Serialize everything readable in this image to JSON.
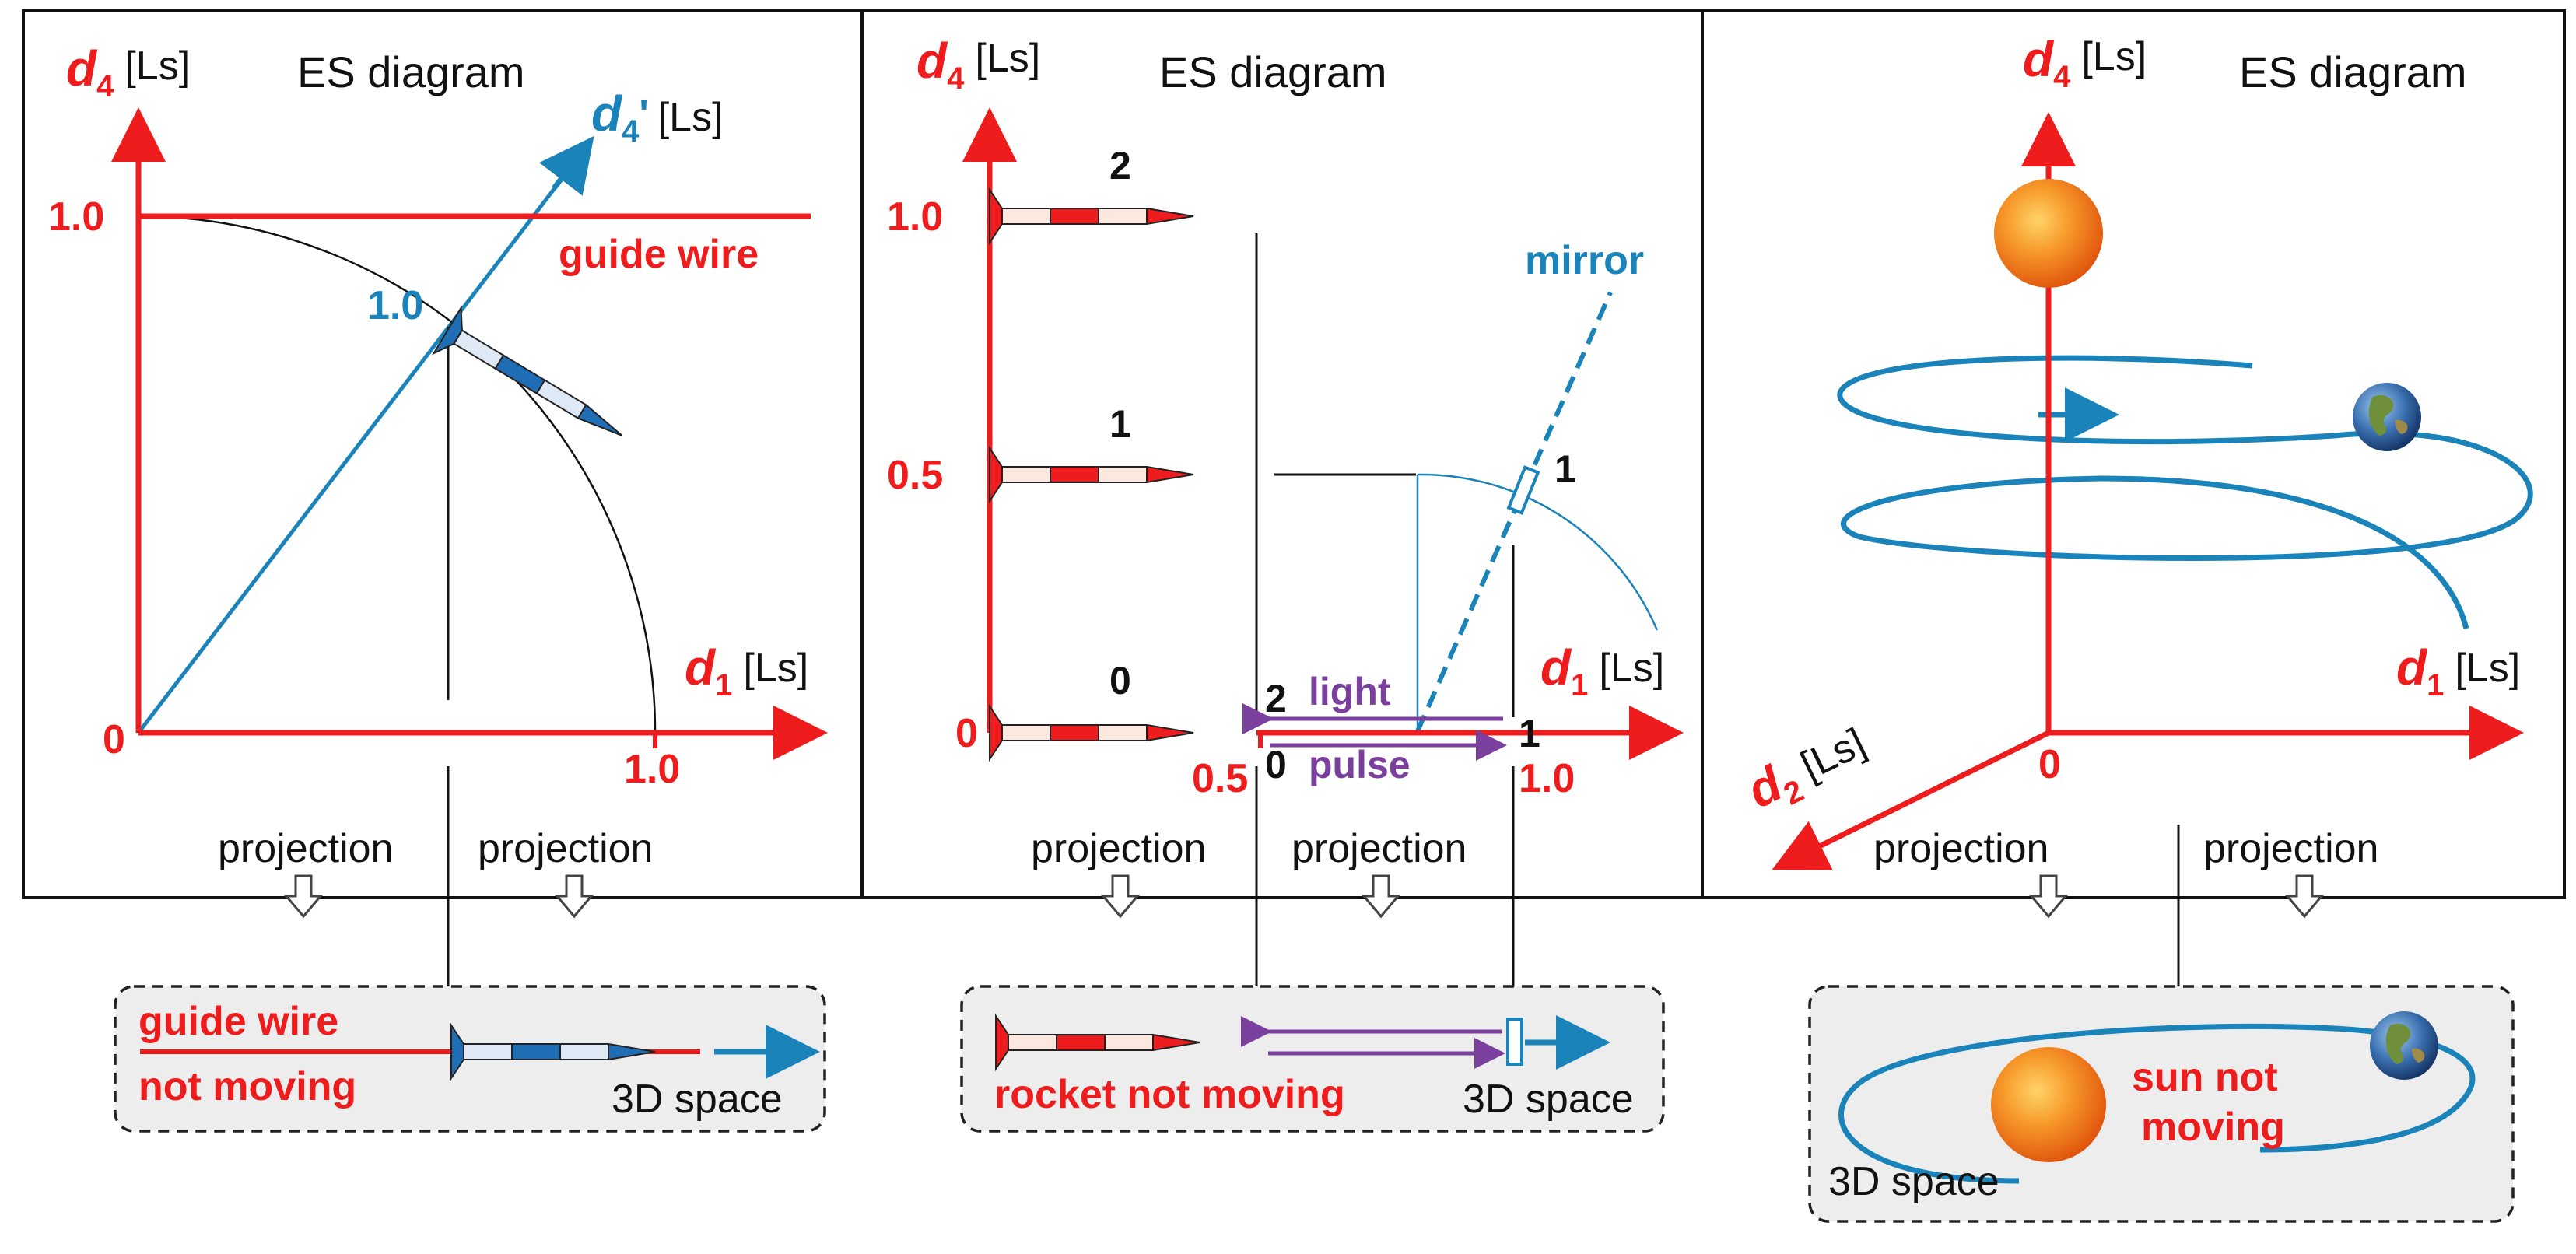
{
  "panels": {
    "left": {
      "title": "ES diagram",
      "y_axis": {
        "symbol": "d",
        "sub": "4",
        "unit": "[Ls]"
      },
      "x_axis": {
        "symbol": "d",
        "sub": "1",
        "unit": "[Ls]"
      },
      "tilted_axis": {
        "symbol": "d",
        "sub": "4",
        "prime": "'",
        "unit": "[Ls]"
      },
      "origin": "0",
      "y_tick": "1.0",
      "x_tick": "1.0",
      "tilted_tick": "1.0",
      "guide_wire": "guide wire",
      "projection_left": "projection",
      "projection_right": "projection",
      "box": {
        "line1": "guide wire",
        "line2": "not moving",
        "space": "3D space"
      }
    },
    "middle": {
      "title": "ES diagram",
      "y_axis": {
        "symbol": "d",
        "sub": "4",
        "unit": "[Ls]"
      },
      "x_axis": {
        "symbol": "d",
        "sub": "1",
        "unit": "[Ls]"
      },
      "origin": "0",
      "y_tick_top": "1.0",
      "y_tick_mid": "0.5",
      "rocket_labels": [
        "0",
        "1",
        "2"
      ],
      "mirror": "mirror",
      "mirror_event": "1",
      "pulse_start": "0",
      "pulse_end": "1",
      "pulse_return": "2",
      "light": "light",
      "pulse": "pulse",
      "x_tick_half": "0.5",
      "x_tick_one": "1.0",
      "projection_left": "projection",
      "projection_right": "projection",
      "box": {
        "caption": "rocket not moving",
        "space": "3D space"
      }
    },
    "right": {
      "title": "ES diagram",
      "y_axis": {
        "symbol": "d",
        "sub": "4",
        "unit": "[Ls]"
      },
      "x_axis": {
        "symbol": "d",
        "sub": "1",
        "unit": "[Ls]"
      },
      "z_axis": {
        "symbol": "d",
        "sub": "2",
        "unit": "[Ls]"
      },
      "origin": "0",
      "projection_left": "projection",
      "projection_right": "projection",
      "box": {
        "line1": "sun not",
        "line2": "moving",
        "space": "3D space"
      }
    }
  },
  "colors": {
    "axis_red": "#ee1c1c",
    "world_blue": "#1a83b9",
    "light_purple": "#7b3f9e",
    "rocket_pale": "#fde8e0",
    "box_fill": "#ededed",
    "sun": "#f0781e"
  },
  "icons": [
    "rocket-icon",
    "sun-icon",
    "earth-icon",
    "mirror-icon",
    "projection-arrow-icon"
  ]
}
